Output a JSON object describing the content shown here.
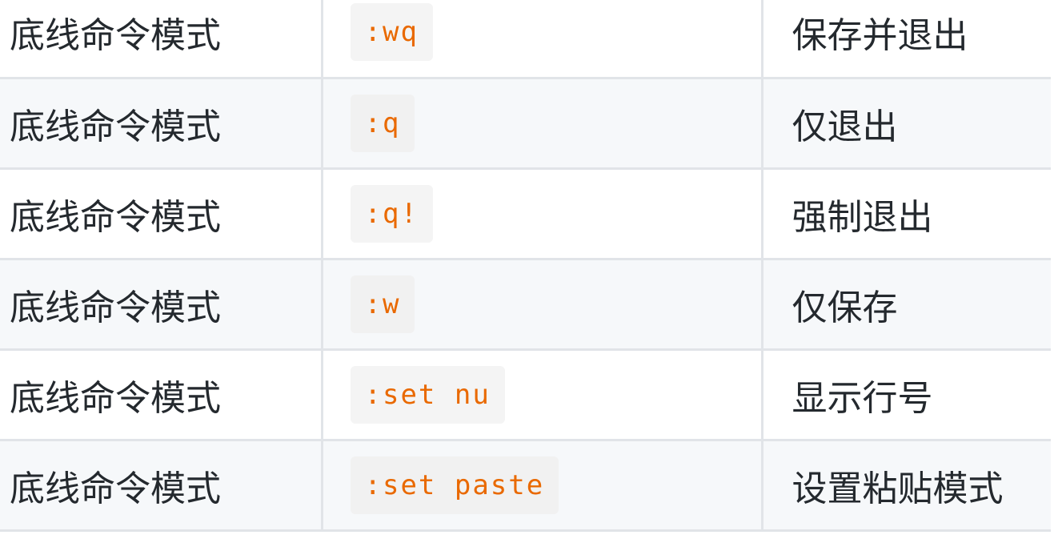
{
  "table": {
    "rows": [
      {
        "mode": "底线命令模式",
        "command": ":wq",
        "description": "保存并退出"
      },
      {
        "mode": "底线命令模式",
        "command": ":q",
        "description": "仅退出"
      },
      {
        "mode": "底线命令模式",
        "command": ":q!",
        "description": "强制退出"
      },
      {
        "mode": "底线命令模式",
        "command": ":w",
        "description": "仅保存"
      },
      {
        "mode": "底线命令模式",
        "command": ":set nu",
        "description": "显示行号"
      },
      {
        "mode": "底线命令模式",
        "command": ":set paste",
        "description": "设置粘贴模式"
      }
    ]
  },
  "colors": {
    "code_text": "#e96900",
    "code_background": "#f4f4f4",
    "row_stripe": "#f6f8fa",
    "border": "#e1e4e8",
    "text": "#24292e"
  }
}
